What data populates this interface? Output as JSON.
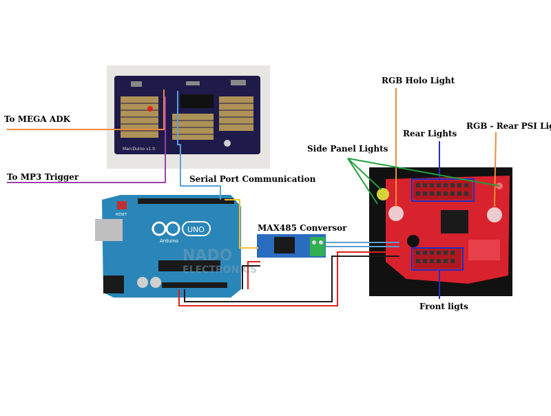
{
  "labels": {
    "mega_adk": "To MEGA ADK",
    "mp3_trigger": "To MP3 Trigger",
    "serial_port": "Serial Port Communication",
    "max485": "MAX485 Conversor",
    "rgb_holo": "RGB  Holo Light",
    "rear_lights": "Rear Lights",
    "rgb_rear_psi": "RGB - Rear PSI Light",
    "side_panel": "Side Panel Lights",
    "front_lights": "Front ligts"
  },
  "boards": {
    "marcduino_text": "MarcDuino v1.0",
    "uno_text": "UNO",
    "arduino_text": "Arduino",
    "reset_text": "RESET",
    "watermark_top": "NADO",
    "watermark_bottom": "ELECTRONICS"
  },
  "colors": {
    "orange": "#f08a3c",
    "purple": "#9b3fa8",
    "blue": "#5aa0d8",
    "yellow": "#f2c12e",
    "red": "#e0201a",
    "black": "#000000",
    "green": "#1f9e3a",
    "navy": "#2030c0"
  }
}
